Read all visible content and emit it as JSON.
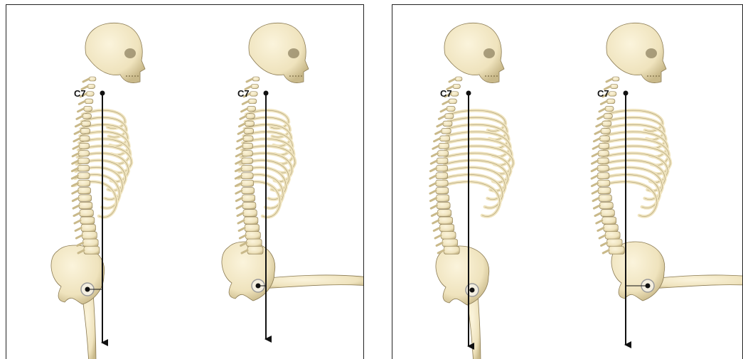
{
  "colors": {
    "bone": "#efe3bd",
    "bone_shade": "#c9b98a",
    "bone_dark": "#8a7a52",
    "plumb_line": "#111111",
    "border": "#222222"
  },
  "panels": [
    {
      "figures": [
        {
          "label": "C7",
          "view": "upright",
          "femur": "down"
        },
        {
          "label": "C7",
          "view": "upright",
          "femur": "flexed"
        }
      ]
    },
    {
      "figures": [
        {
          "label": "C7",
          "view": "kyphotic",
          "femur": "down"
        },
        {
          "label": "C7",
          "view": "kyphotic",
          "femur": "flexed"
        }
      ]
    }
  ]
}
